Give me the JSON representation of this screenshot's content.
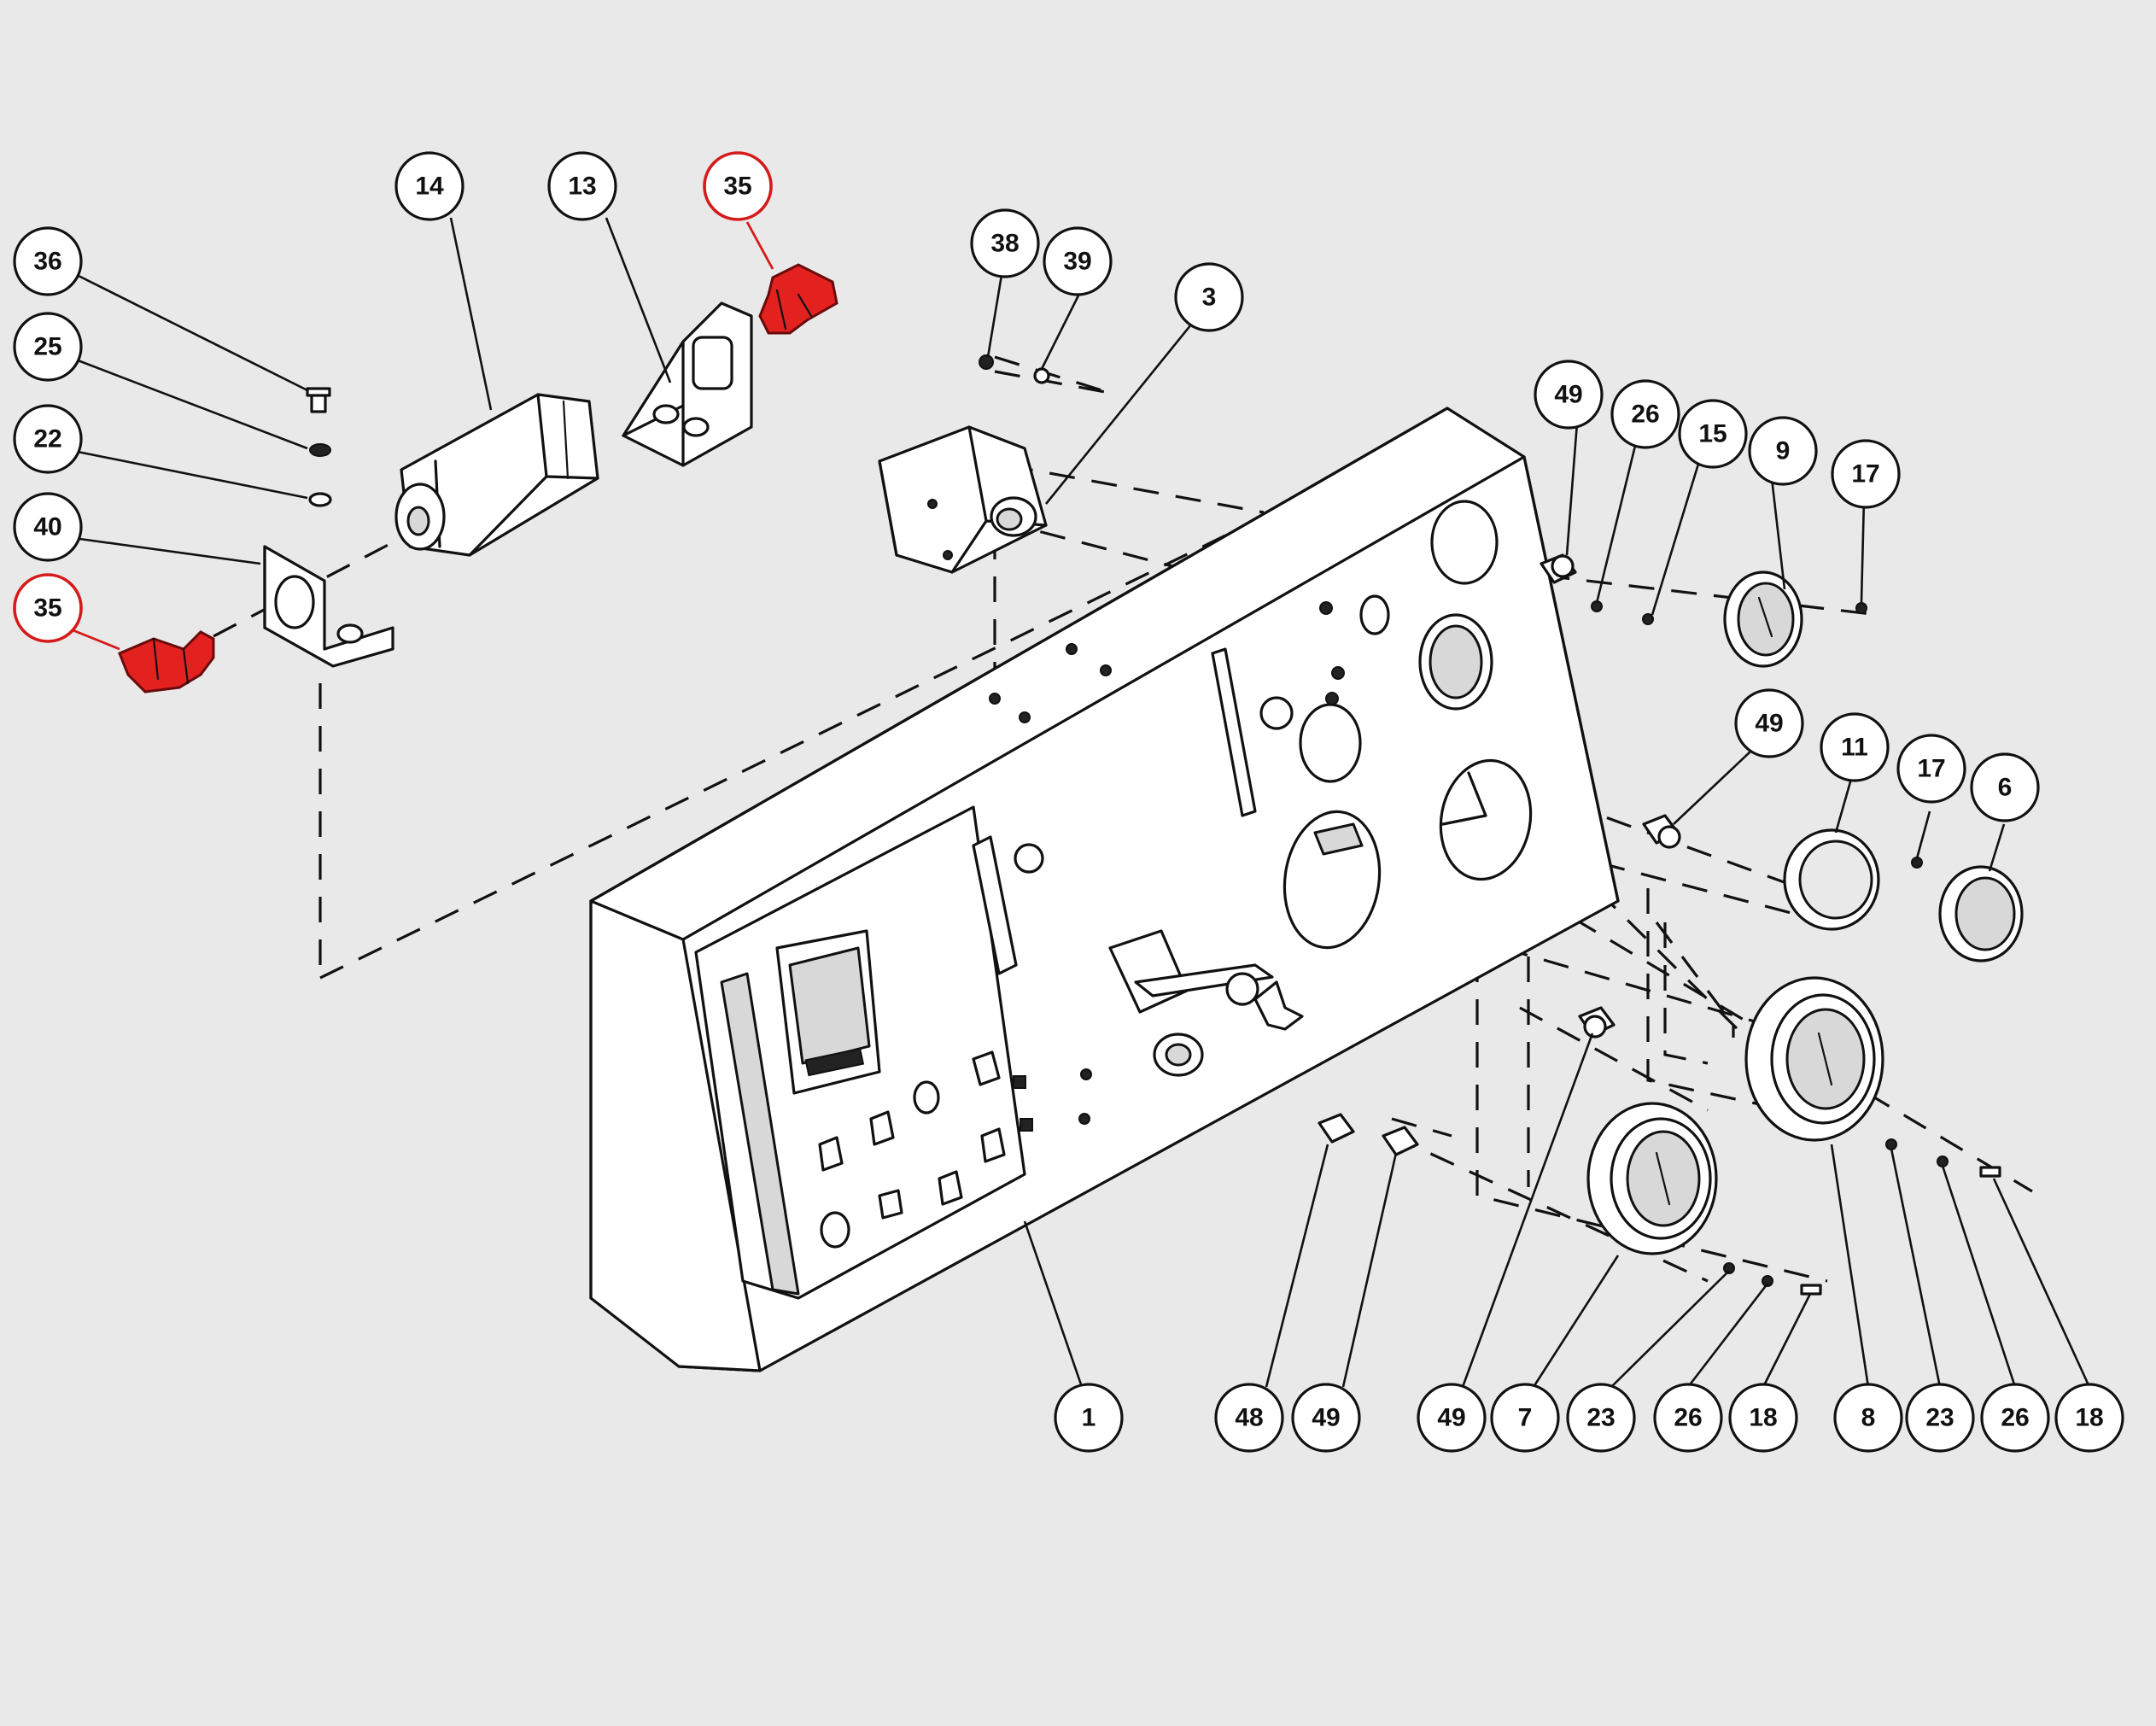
{
  "diagram": {
    "highlight_color": "#e3211f",
    "callouts": [
      {
        "id": "c36",
        "label": "36"
      },
      {
        "id": "c25",
        "label": "25"
      },
      {
        "id": "c22",
        "label": "22"
      },
      {
        "id": "c40",
        "label": "40"
      },
      {
        "id": "c35a",
        "label": "35",
        "highlighted": true
      },
      {
        "id": "c14",
        "label": "14"
      },
      {
        "id": "c13",
        "label": "13"
      },
      {
        "id": "c35b",
        "label": "35",
        "highlighted": true
      },
      {
        "id": "c38",
        "label": "38"
      },
      {
        "id": "c39",
        "label": "39"
      },
      {
        "id": "c3",
        "label": "3"
      },
      {
        "id": "c49a",
        "label": "49"
      },
      {
        "id": "c26a",
        "label": "26"
      },
      {
        "id": "c15",
        "label": "15"
      },
      {
        "id": "c9",
        "label": "9"
      },
      {
        "id": "c17a",
        "label": "17"
      },
      {
        "id": "c49b",
        "label": "49"
      },
      {
        "id": "c11",
        "label": "11"
      },
      {
        "id": "c17b",
        "label": "17"
      },
      {
        "id": "c6",
        "label": "6"
      },
      {
        "id": "c1",
        "label": "1"
      },
      {
        "id": "c48",
        "label": "48"
      },
      {
        "id": "c49c",
        "label": "49"
      },
      {
        "id": "c49d",
        "label": "49"
      },
      {
        "id": "c7",
        "label": "7"
      },
      {
        "id": "c23a",
        "label": "23"
      },
      {
        "id": "c26b",
        "label": "26"
      },
      {
        "id": "c18a",
        "label": "18"
      },
      {
        "id": "c8",
        "label": "8"
      },
      {
        "id": "c23b",
        "label": "23"
      },
      {
        "id": "c26c",
        "label": "26"
      },
      {
        "id": "c18b",
        "label": "18"
      }
    ]
  }
}
